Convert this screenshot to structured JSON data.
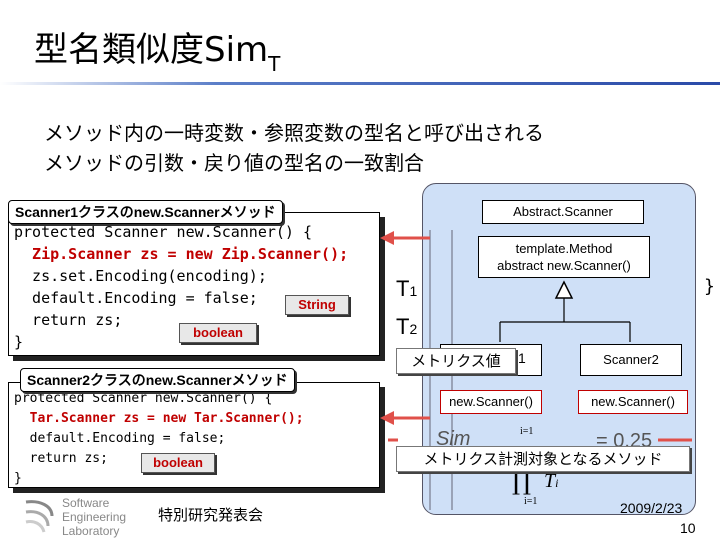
{
  "title": {
    "main": "型名類似度Sim",
    "subscript": "T"
  },
  "subtitle": {
    "line1": "メソッド内の一時変数・参照変数の型名と呼び出される",
    "line2": "メソッドの引数・戻り値の型名の一致割合"
  },
  "code1": {
    "header": "Scanner1クラスのnew.Scannerメソッド",
    "lines": [
      "protected Scanner new.Scanner() {",
      "  Zip.Scanner zs = new Zip.Scanner();",
      "  zs.set.Encoding(encoding);",
      "  default.Encoding = false;",
      "  return zs;",
      "}"
    ],
    "tag_string": "String",
    "tag_boolean": "boolean"
  },
  "code2": {
    "header": "Scanner2クラスのnew.Scannerメソッド",
    "lines": [
      "protected Scanner new.Scanner() {",
      "  Tar.Scanner zs = new Tar.Scanner();",
      "  default.Encoding = false;",
      "  return zs;",
      "}"
    ],
    "tag_boolean": "boolean"
  },
  "uml": {
    "abstract_class": "Abstract.Scanner",
    "template_method": "template.Method",
    "abstract_method": "abstract new.Scanner()",
    "sub1_method": "new.Scanner()",
    "sub2_name": "Scanner2",
    "sub2_method": "new.Scanner()",
    "stray_brace": "}"
  },
  "labels": {
    "t1": "T",
    "t1_sub": "1",
    "t2": "T",
    "t2_sub": "2",
    "metrics_value": "メトリクス値",
    "metrics_value_suffix": "1",
    "metrics_target": "メトリクス計測対象となるメソッド"
  },
  "formula": {
    "sim": "Sim",
    "equals_value": "= 0.25",
    "ti": "T",
    "i_sub": "i",
    "i_eq1": "i=1",
    "i_eq1_bottom": "i=1",
    "product": "∏"
  },
  "footer": {
    "logo_line1": "Software",
    "logo_line2": "Engineering",
    "logo_line3": "Laboratory",
    "event": "特別研究発表会",
    "date": "2009/2/23",
    "page": "10"
  },
  "colors": {
    "accent_red": "#c00000",
    "panel_blue": "#cfe0f7",
    "title_line": "#2a4aa8"
  }
}
